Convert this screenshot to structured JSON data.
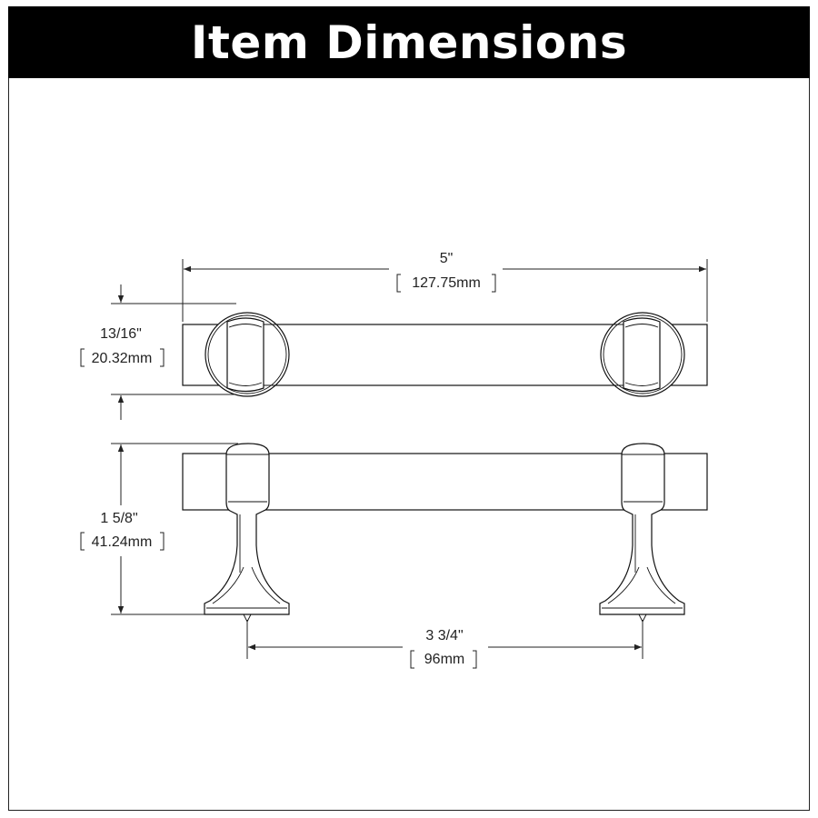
{
  "title": "Item Dimensions",
  "dimensions": {
    "overall_length": {
      "imperial": "5\"",
      "metric": "127.75mm"
    },
    "height": {
      "imperial": "13/16\"",
      "metric": "20.32mm"
    },
    "projection": {
      "imperial": "1 5/8\"",
      "metric": "41.24mm"
    },
    "center_to_center": {
      "imperial": "3 3/4\"",
      "metric": "96mm"
    }
  }
}
